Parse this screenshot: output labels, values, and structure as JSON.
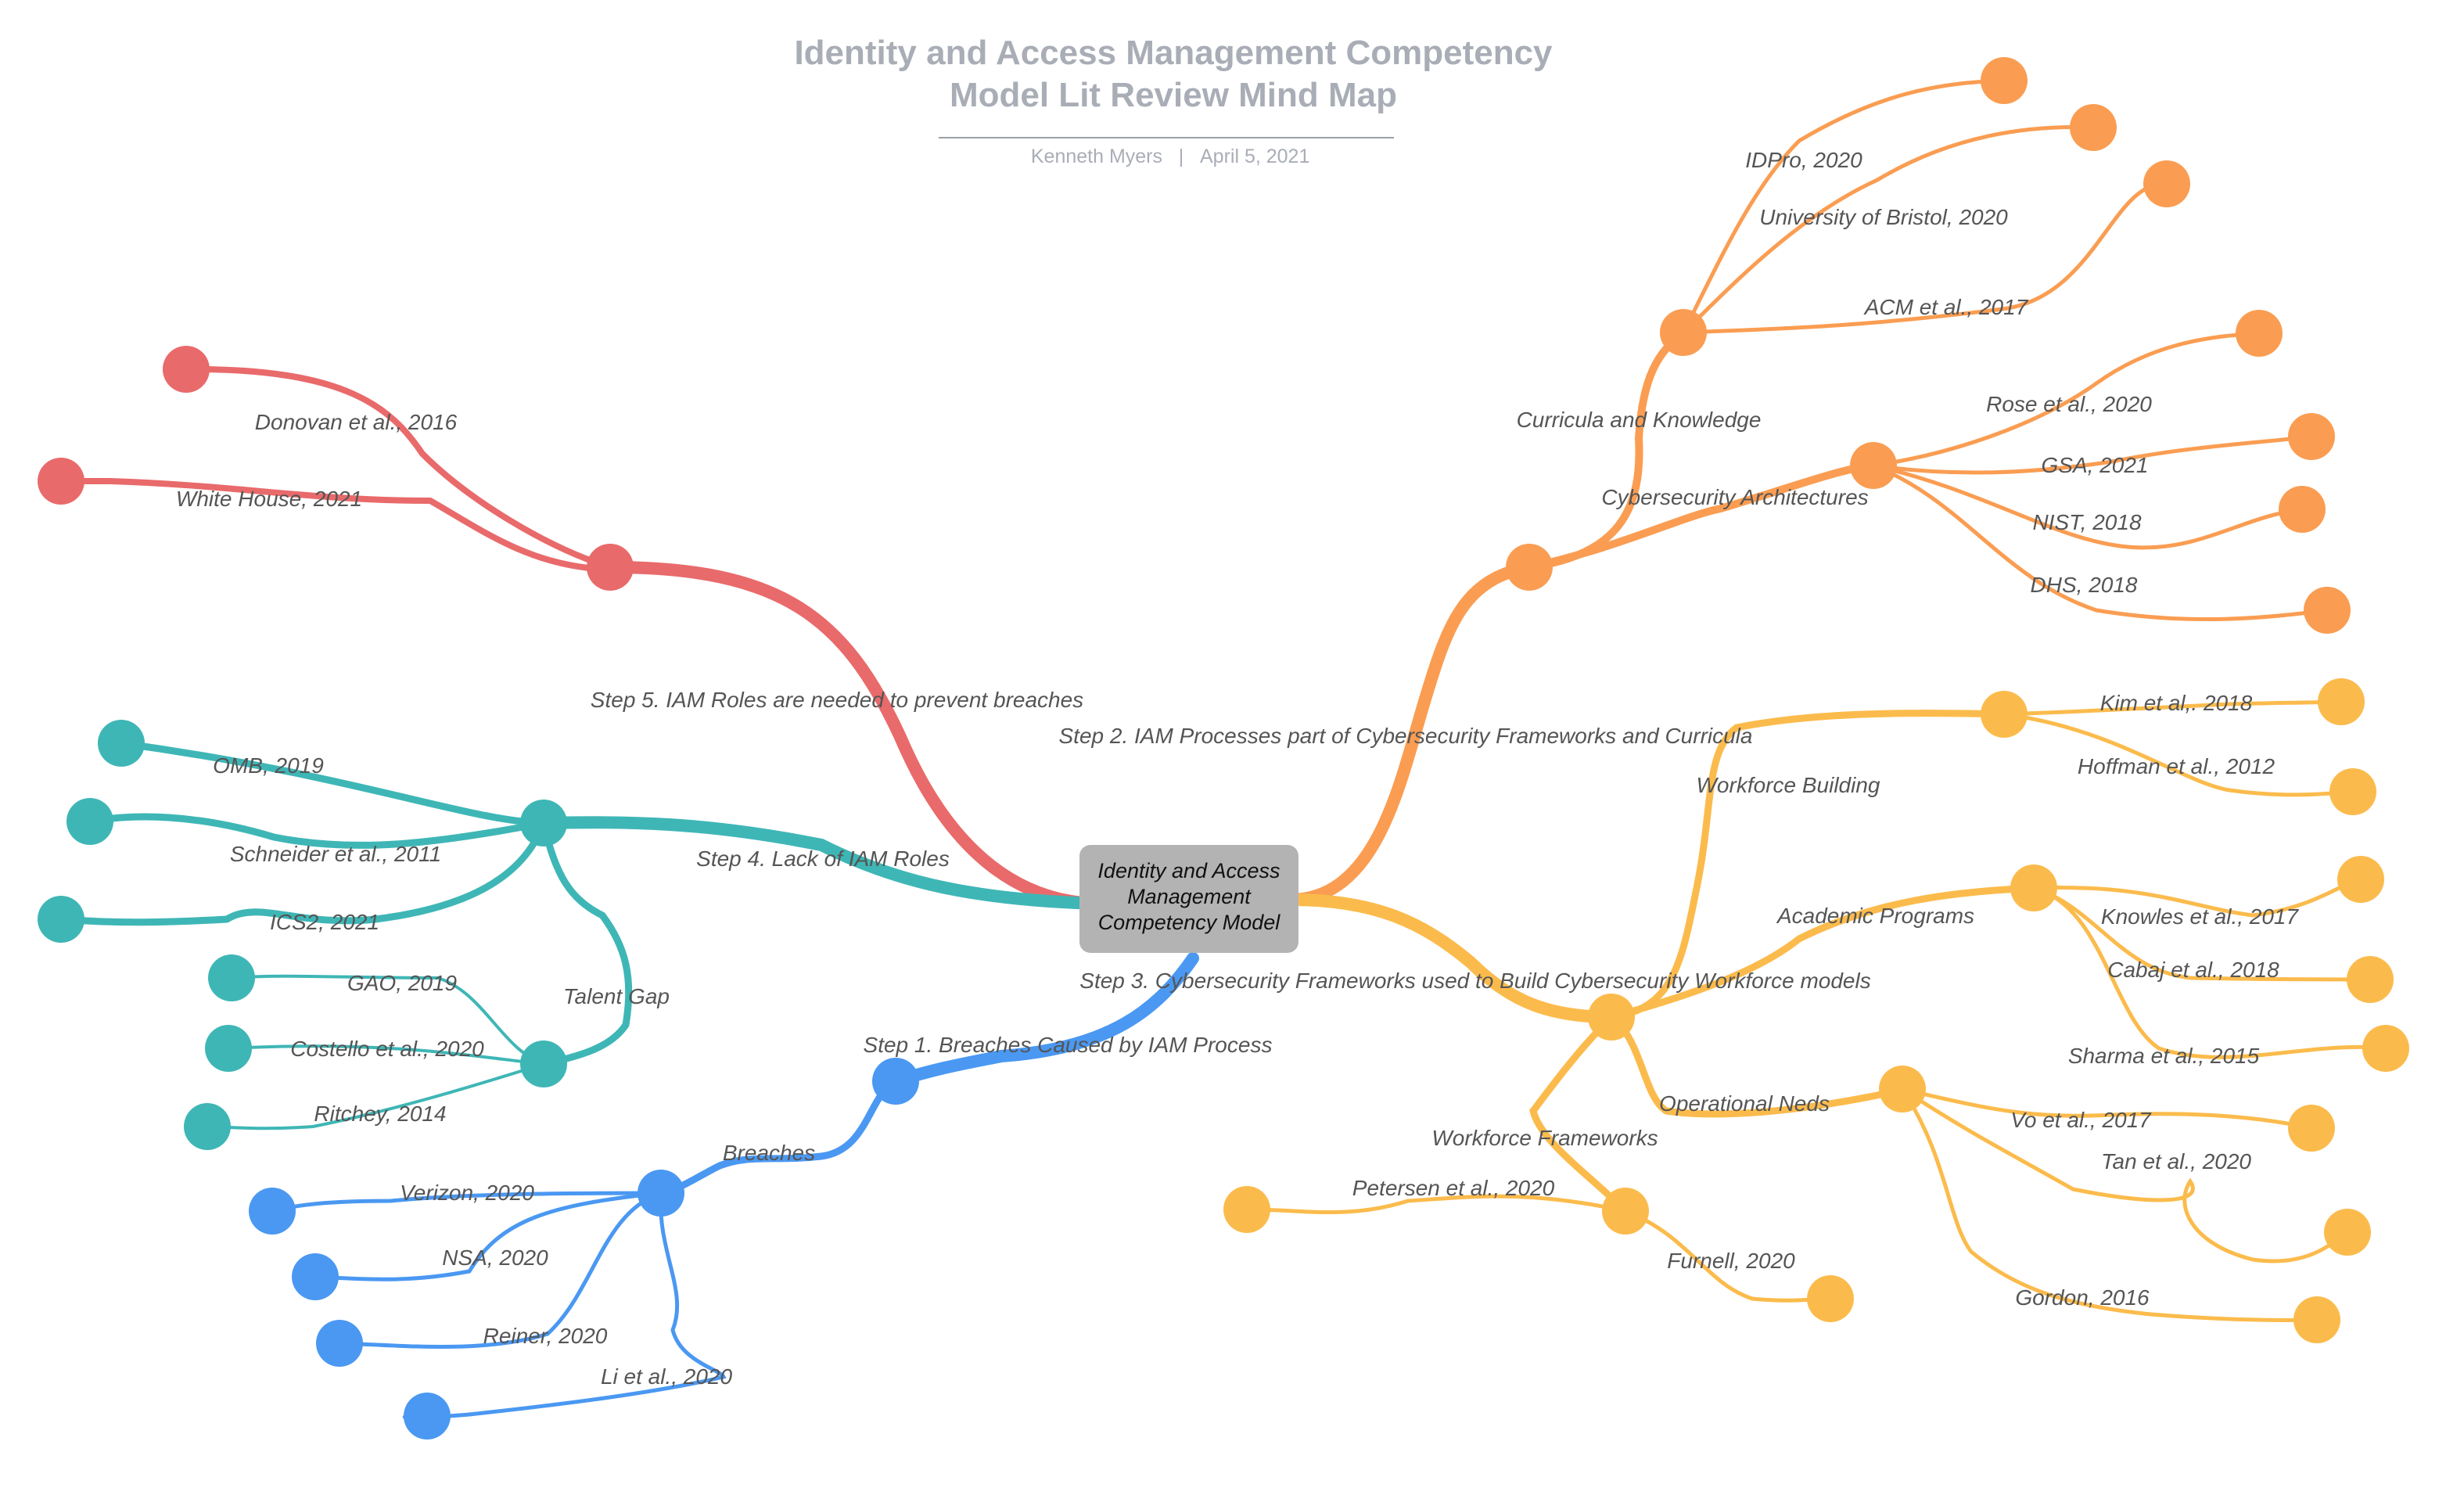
{
  "header": {
    "title_line1": "Identity and Access Management Competency",
    "title_line2": "Model Lit Review Mind Map",
    "author": "Kenneth Myers",
    "separator": "|",
    "date": "April 5, 2021"
  },
  "colors": {
    "red": "#e96a6b",
    "teal": "#3fb6b6",
    "blue": "#4a98f2",
    "orange": "#fa9d52",
    "yellow": "#fbbb4c",
    "center_box": "#b3b3b3",
    "title": "#a9adb6"
  },
  "center": {
    "line1": "Identity and Access",
    "line2": "Management",
    "line3": "Competency Model"
  },
  "branches": {
    "step1": "Step 1. Breaches Caused by IAM Process",
    "step2": "Step 2. IAM Processes part of Cybersecurity Frameworks and Curricula",
    "step3": "Step 3. Cybersecurity Frameworks used to Build Cybersecurity Workforce models",
    "step4": "Step 4. Lack of IAM Roles",
    "step5": "Step 5. IAM Roles are needed to prevent breaches"
  },
  "topics": {
    "talent_gap": "Talent Gap",
    "breaches": "Breaches",
    "curricula": "Curricula and Knowledge",
    "cyber_arch": "Cybersecurity Architectures",
    "workforce_building": "Workforce Building",
    "academic_programs": "Academic Programs",
    "operational_neds": "Operational Neds",
    "workforce_frameworks": "Workforce Frameworks"
  },
  "refs": {
    "donovan": "Donovan et al., 2016",
    "white_house": "White House, 2021",
    "omb": "OMB, 2019",
    "schneider": "Schneider et al., 2011",
    "ics2": "ICS2, 2021",
    "gao": "GAO, 2019",
    "costello": "Costello et al., 2020",
    "ritchey": "Ritchey, 2014",
    "verizon": "Verizon, 2020",
    "nsa": "NSA, 2020",
    "reiner": "Reiner, 2020",
    "li": "Li et al., 2020",
    "idpro": "IDPro, 2020",
    "bristol": "University of Bristol, 2020",
    "acm": "ACM et al., 2017",
    "rose": "Rose et al., 2020",
    "gsa": "GSA, 2021",
    "nist": "NIST, 2018",
    "dhs": "DHS, 2018",
    "kim": "Kim et al,. 2018",
    "hoffman": "Hoffman et al., 2012",
    "knowles": "Knowles et al., 2017",
    "cabaj": "Cabaj et al., 2018",
    "sharma": "Sharma et al., 2015",
    "vo": "Vo et al., 2017",
    "tan": "Tan et al., 2020",
    "gordon": "Gordon, 2016",
    "petersen": "Petersen et al., 2020",
    "furnell": "Furnell, 2020"
  }
}
